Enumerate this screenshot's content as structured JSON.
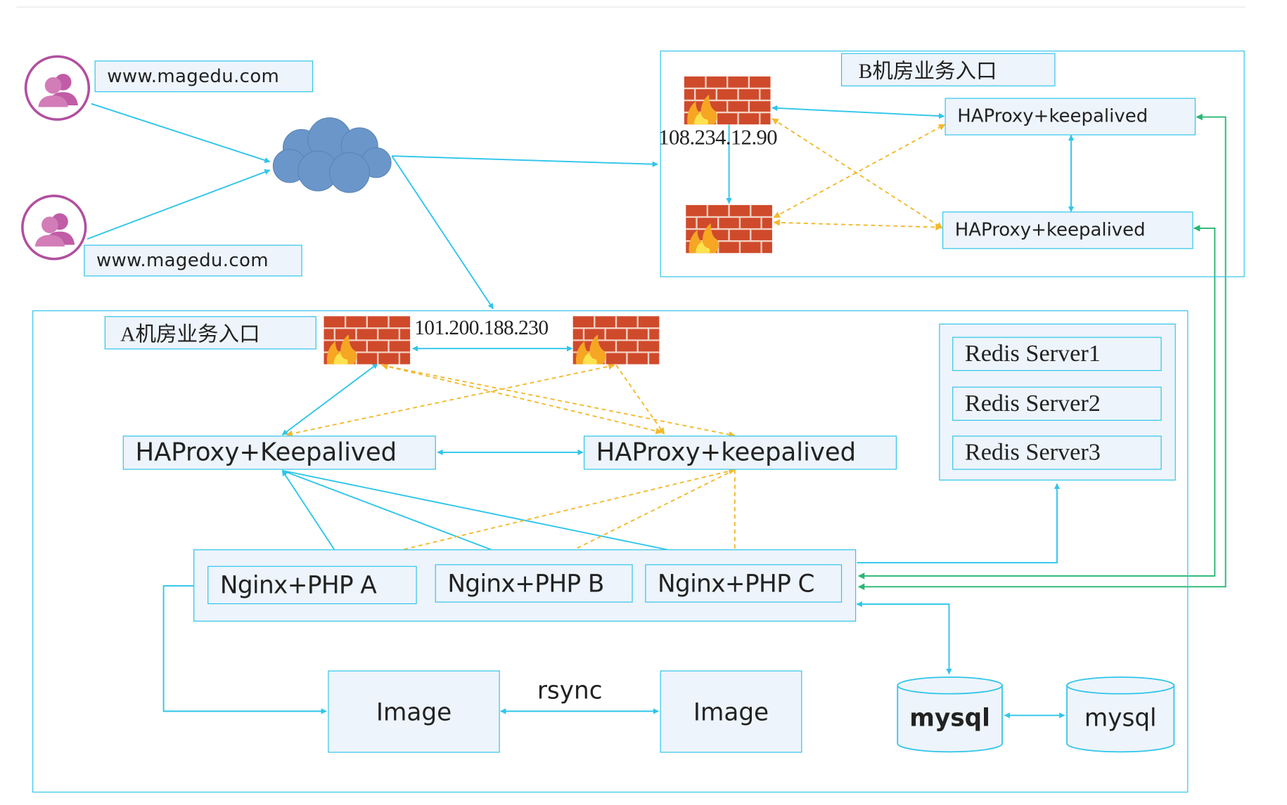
{
  "users": {
    "user_top_domain": "www.magedu.com",
    "user_bottom_domain": "www.magedu.com"
  },
  "room_b": {
    "title": "B机房业务入口",
    "firewall_ip": "108.234.12.90",
    "haproxy_1": "HAProxy+keepalived",
    "haproxy_2": "HAProxy+keepalived"
  },
  "room_a": {
    "title": "A机房业务入口",
    "firewall_ip": "101.200.188.230",
    "haproxy_left": "HAProxy+Keepalived",
    "haproxy_right": "HAProxy+keepalived",
    "nginx": [
      "Nginx+PHP A",
      "Nginx+PHP B",
      "Nginx+PHP C"
    ],
    "redis": [
      "Redis  Server1",
      "Redis  Server2",
      "Redis  Server3"
    ],
    "image_left": "Image",
    "image_right": "Image",
    "rsync_label": "rsync",
    "mysql_primary": "mysql",
    "mysql_secondary": "mysql"
  },
  "colors": {
    "accent_blue": "#2ec5ea",
    "box_fill": "#edf4fb",
    "dashed_orange": "#f2b92c",
    "green_link": "#2bb673",
    "cloud": "#6b96c9",
    "user_ring": "#b24f9f",
    "user_figure": "#c15ca6",
    "brick": "#cf4a2b"
  },
  "icons": [
    "user-icon",
    "cloud-icon",
    "firewall-icon",
    "database-icon"
  ]
}
